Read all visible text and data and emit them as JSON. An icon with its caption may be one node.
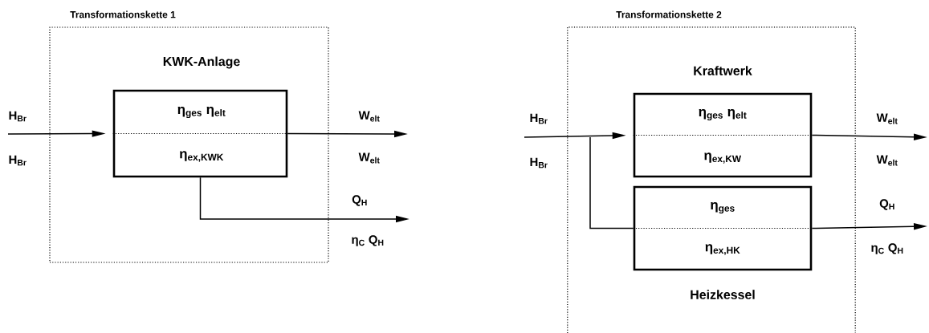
{
  "diagram": {
    "nodes": [
      {
        "text": [
          "Transformationskette 1"
        ]
      },
      {
        "text": [
          "KWK-Anlage",
          "η$_{ges}$ η$_{elt}$",
          "η$_{ex,KWK}$"
        ],
        "in": 0
      },
      {
        "text": [
          "Transformationskette 2"
        ]
      },
      {
        "text": [
          "Kraftwerk",
          "η$_{ges}$ η$_{elt}$",
          "η$_{ex,KW}$"
        ],
        "in": 2
      },
      {
        "text": [
          "η$_{ges}$",
          "η$_{ex,HK}$",
          "Heizkessel"
        ],
        "in": 2
      }
    ],
    "edges": [
      {
        "from": null,
        "to": 1,
        "arrow": "to"
      },
      {
        "from": 1,
        "to": null,
        "arrow": "to"
      },
      {
        "from": 1,
        "to": null,
        "arrow": "to"
      },
      {
        "from": null,
        "to": 3,
        "arrow": "to"
      },
      {
        "from": null,
        "to": 4,
        "arrow": "none"
      },
      {
        "from": 3,
        "to": null,
        "arrow": "to"
      },
      {
        "from": 4,
        "to": null,
        "arrow": "to"
      }
    ],
    "labels": [
      "H$_{Br}$",
      "H$_{Br}$",
      "W$_{elt}$",
      "W$_{elt}$",
      "Q$_{H}$",
      "η$_{C}$ Q$_{H}$",
      "H$_{Br}$",
      "H$_{Br}$",
      "W$_{elt}$",
      "W$_{elt}$",
      "Q$_{H}$",
      "η$_{C}$ Q$_{H}$"
    ]
  }
}
